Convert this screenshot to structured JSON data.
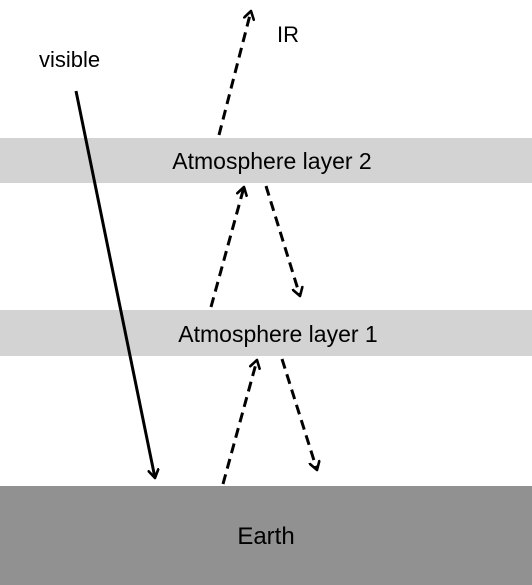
{
  "labels": {
    "visible": "visible",
    "ir": "IR",
    "layer2": "Atmosphere layer 2",
    "layer1": "Atmosphere layer 1",
    "earth": "Earth"
  },
  "colors": {
    "atmosphere_band": "#d3d3d3",
    "earth_band": "#919191",
    "arrow": "#000000",
    "background": "#ffffff"
  },
  "arrows": [
    {
      "name": "visible-incoming-arrow",
      "style": "solid",
      "direction": "down"
    },
    {
      "name": "ir-earth-up-arrow",
      "style": "dashed",
      "direction": "up"
    },
    {
      "name": "ir-layer1-down-arrow",
      "style": "dashed",
      "direction": "down"
    },
    {
      "name": "ir-layer1-up-arrow",
      "style": "dashed",
      "direction": "up"
    },
    {
      "name": "ir-layer2-down-arrow",
      "style": "dashed",
      "direction": "down"
    },
    {
      "name": "ir-layer2-up-arrow",
      "style": "dashed",
      "direction": "up"
    }
  ]
}
